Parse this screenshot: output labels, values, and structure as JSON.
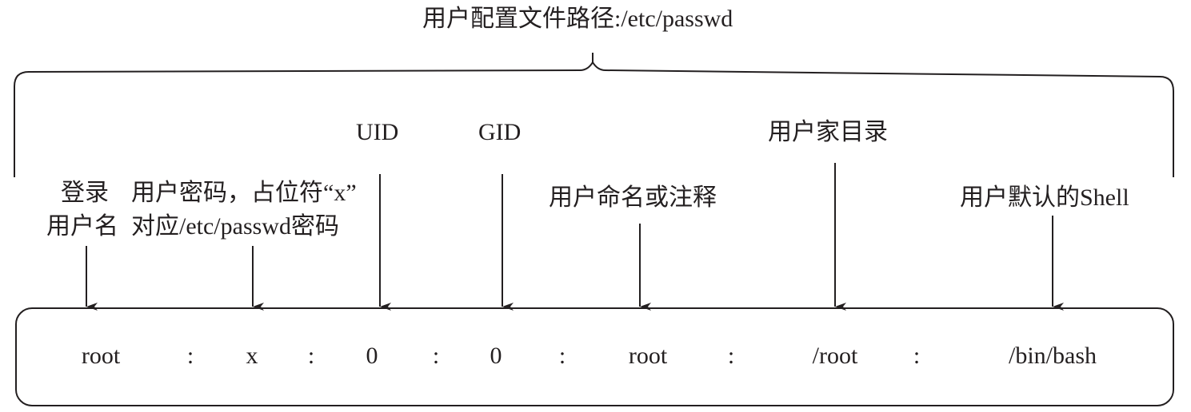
{
  "title": "用户配置文件路径:/etc/passwd",
  "labels": {
    "login_line1": "登录",
    "login_line2": "用户名",
    "password_line1": "用户密码，占位符“x”",
    "password_line2": "对应/etc/passwd密码",
    "uid": "UID",
    "gid": "GID",
    "comment": "用户命名或注释",
    "home": "用户家目录",
    "shell": "用户默认的Shell"
  },
  "record": {
    "fields": [
      "root",
      "x",
      "0",
      "0",
      "root",
      "/root",
      "/bin/bash"
    ],
    "separator": ":"
  },
  "colors": {
    "line": "#231f20",
    "text": "#231f20"
  }
}
